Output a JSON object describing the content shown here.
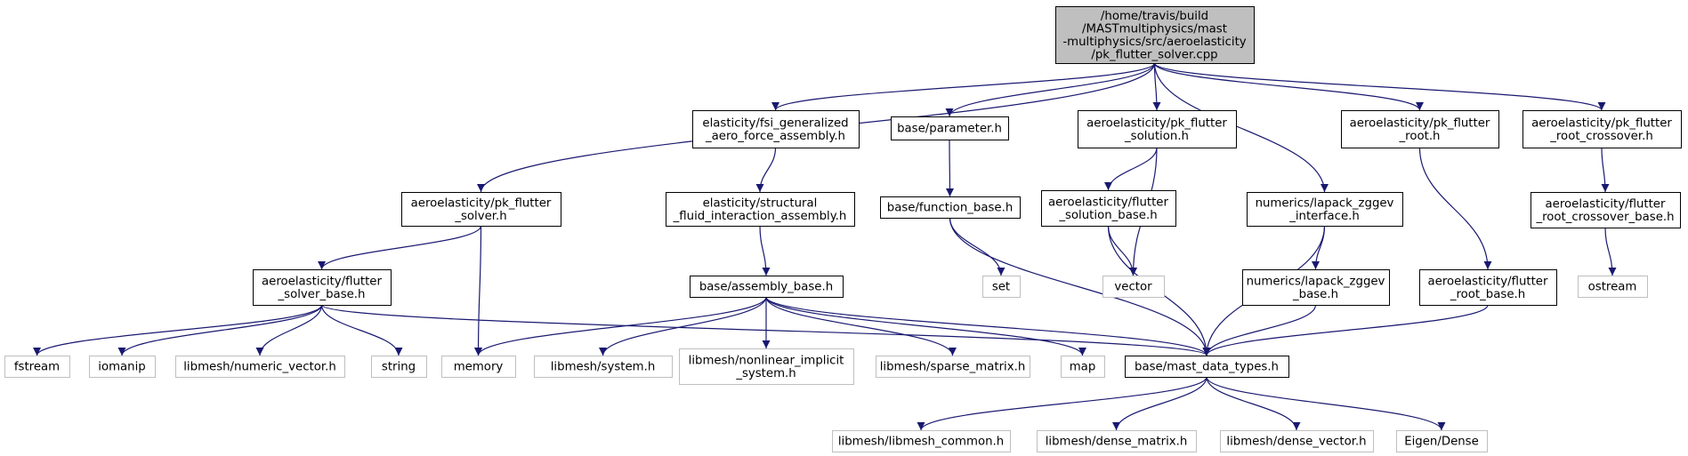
{
  "colors": {
    "edge": "#191970",
    "root_fill": "#bfbfbf",
    "node_border": "#000000",
    "external_border": "#bfbfbf"
  },
  "graph": {
    "nodes": [
      {
        "id": "root",
        "lines": [
          "/home/travis/build",
          "/MASTmultiphysics/mast",
          "-multiphysics/src/aeroelasticity",
          "/pk_flutter_solver.cpp"
        ],
        "kind": "root"
      },
      {
        "id": "pk_flutter_solver_h",
        "lines": [
          "aeroelasticity/pk_flutter",
          "_solver.h"
        ],
        "kind": "file"
      },
      {
        "id": "fsi_generalized",
        "lines": [
          "elasticity/fsi_generalized",
          "_aero_force_assembly.h"
        ],
        "kind": "file"
      },
      {
        "id": "parameter_h",
        "lines": [
          "base/parameter.h"
        ],
        "kind": "file"
      },
      {
        "id": "pk_flutter_solution_h",
        "lines": [
          "aeroelasticity/pk_flutter",
          "_solution.h"
        ],
        "kind": "file"
      },
      {
        "id": "lapack_zggev_interface",
        "lines": [
          "numerics/lapack_zggev",
          "_interface.h"
        ],
        "kind": "file"
      },
      {
        "id": "pk_flutter_root_h",
        "lines": [
          "aeroelasticity/pk_flutter",
          "_root.h"
        ],
        "kind": "file"
      },
      {
        "id": "pk_flutter_root_crossover_h",
        "lines": [
          "aeroelasticity/pk_flutter",
          "_root_crossover.h"
        ],
        "kind": "file"
      },
      {
        "id": "flutter_solver_base_h",
        "lines": [
          "aeroelasticity/flutter",
          "_solver_base.h"
        ],
        "kind": "file"
      },
      {
        "id": "structural_fluid",
        "lines": [
          "elasticity/structural",
          "_fluid_interaction_assembly.h"
        ],
        "kind": "file"
      },
      {
        "id": "function_base_h",
        "lines": [
          "base/function_base.h"
        ],
        "kind": "file"
      },
      {
        "id": "flutter_solution_base_h",
        "lines": [
          "aeroelasticity/flutter",
          "_solution_base.h"
        ],
        "kind": "file"
      },
      {
        "id": "flutter_root_crossover_base_h",
        "lines": [
          "aeroelasticity/flutter",
          "_root_crossover_base.h"
        ],
        "kind": "file"
      },
      {
        "id": "assembly_base_h",
        "lines": [
          "base/assembly_base.h"
        ],
        "kind": "file"
      },
      {
        "id": "set",
        "lines": [
          "set"
        ],
        "kind": "external"
      },
      {
        "id": "vector",
        "lines": [
          "vector"
        ],
        "kind": "external"
      },
      {
        "id": "lapack_zggev_base",
        "lines": [
          "numerics/lapack_zggev",
          "_base.h"
        ],
        "kind": "file"
      },
      {
        "id": "flutter_root_base_h",
        "lines": [
          "aeroelasticity/flutter",
          "_root_base.h"
        ],
        "kind": "file"
      },
      {
        "id": "ostream",
        "lines": [
          "ostream"
        ],
        "kind": "external"
      },
      {
        "id": "fstream",
        "lines": [
          "fstream"
        ],
        "kind": "external"
      },
      {
        "id": "iomanip",
        "lines": [
          "iomanip"
        ],
        "kind": "external"
      },
      {
        "id": "numeric_vector",
        "lines": [
          "libmesh/numeric_vector.h"
        ],
        "kind": "external"
      },
      {
        "id": "string",
        "lines": [
          "string"
        ],
        "kind": "external"
      },
      {
        "id": "memory",
        "lines": [
          "memory"
        ],
        "kind": "external"
      },
      {
        "id": "system_h",
        "lines": [
          "libmesh/system.h"
        ],
        "kind": "external"
      },
      {
        "id": "nonlinear_implicit",
        "lines": [
          "libmesh/nonlinear_implicit",
          "_system.h"
        ],
        "kind": "external"
      },
      {
        "id": "sparse_matrix",
        "lines": [
          "libmesh/sparse_matrix.h"
        ],
        "kind": "external"
      },
      {
        "id": "map",
        "lines": [
          "map"
        ],
        "kind": "external"
      },
      {
        "id": "mast_data_types",
        "lines": [
          "base/mast_data_types.h"
        ],
        "kind": "file"
      },
      {
        "id": "libmesh_common",
        "lines": [
          "libmesh/libmesh_common.h"
        ],
        "kind": "external"
      },
      {
        "id": "dense_matrix",
        "lines": [
          "libmesh/dense_matrix.h"
        ],
        "kind": "external"
      },
      {
        "id": "dense_vector",
        "lines": [
          "libmesh/dense_vector.h"
        ],
        "kind": "external"
      },
      {
        "id": "eigen_dense",
        "lines": [
          "Eigen/Dense"
        ],
        "kind": "external"
      }
    ],
    "edges": [
      [
        "root",
        "pk_flutter_solver_h"
      ],
      [
        "root",
        "fsi_generalized"
      ],
      [
        "root",
        "parameter_h"
      ],
      [
        "root",
        "pk_flutter_solution_h"
      ],
      [
        "root",
        "lapack_zggev_interface"
      ],
      [
        "root",
        "pk_flutter_root_h"
      ],
      [
        "root",
        "pk_flutter_root_crossover_h"
      ],
      [
        "pk_flutter_solver_h",
        "flutter_solver_base_h"
      ],
      [
        "pk_flutter_solver_h",
        "memory"
      ],
      [
        "flutter_solver_base_h",
        "fstream"
      ],
      [
        "flutter_solver_base_h",
        "iomanip"
      ],
      [
        "flutter_solver_base_h",
        "numeric_vector"
      ],
      [
        "flutter_solver_base_h",
        "string"
      ],
      [
        "flutter_solver_base_h",
        "mast_data_types"
      ],
      [
        "fsi_generalized",
        "structural_fluid"
      ],
      [
        "structural_fluid",
        "assembly_base_h"
      ],
      [
        "assembly_base_h",
        "memory"
      ],
      [
        "assembly_base_h",
        "system_h"
      ],
      [
        "assembly_base_h",
        "nonlinear_implicit"
      ],
      [
        "assembly_base_h",
        "sparse_matrix"
      ],
      [
        "assembly_base_h",
        "map"
      ],
      [
        "assembly_base_h",
        "mast_data_types"
      ],
      [
        "parameter_h",
        "function_base_h"
      ],
      [
        "function_base_h",
        "set"
      ],
      [
        "function_base_h",
        "mast_data_types"
      ],
      [
        "pk_flutter_solution_h",
        "flutter_solution_base_h"
      ],
      [
        "pk_flutter_solution_h",
        "vector"
      ],
      [
        "flutter_solution_base_h",
        "vector"
      ],
      [
        "flutter_solution_base_h",
        "mast_data_types"
      ],
      [
        "lapack_zggev_interface",
        "lapack_zggev_base"
      ],
      [
        "lapack_zggev_interface",
        "mast_data_types"
      ],
      [
        "lapack_zggev_base",
        "mast_data_types"
      ],
      [
        "pk_flutter_root_h",
        "flutter_root_base_h"
      ],
      [
        "flutter_root_base_h",
        "mast_data_types"
      ],
      [
        "pk_flutter_root_crossover_h",
        "flutter_root_crossover_base_h"
      ],
      [
        "flutter_root_crossover_base_h",
        "ostream"
      ],
      [
        "mast_data_types",
        "libmesh_common"
      ],
      [
        "mast_data_types",
        "dense_matrix"
      ],
      [
        "mast_data_types",
        "dense_vector"
      ],
      [
        "mast_data_types",
        "eigen_dense"
      ]
    ]
  }
}
